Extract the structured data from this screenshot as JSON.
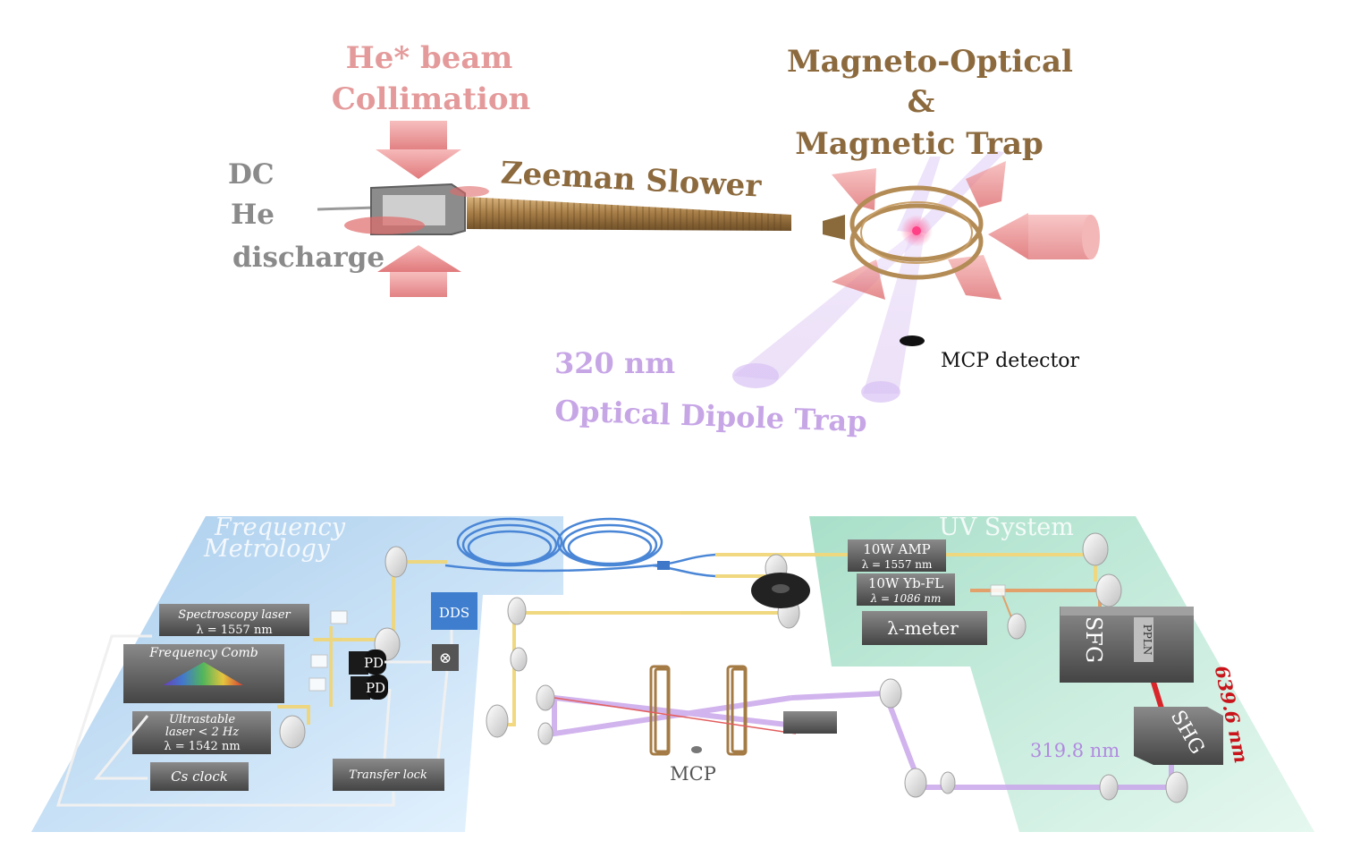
{
  "top": {
    "collimation": {
      "line1": "He* beam",
      "line2": "Collimation"
    },
    "discharge": {
      "line1": "DC",
      "line2": "He",
      "line3": "discharge"
    },
    "zeeman": "Zeeman Slower",
    "mot": {
      "line1": "Magneto-Optical",
      "line2": "&",
      "line3": "Magnetic Trap"
    },
    "odt": {
      "line1": "320 nm",
      "line2": "Optical Dipole Trap"
    },
    "mcp_detector": "MCP detector"
  },
  "bottom": {
    "freq_panel": {
      "line1": "Frequency",
      "line2": "Metrology"
    },
    "uv_panel": "UV System",
    "spectroscopy_laser": "Spectroscopy  laser",
    "spectroscopy_lambda": "λ = 1557 nm",
    "frequency_comb": "Frequency Comb",
    "pd": "PD",
    "ultrastable": {
      "line1": "Ultrastable",
      "line2": "laser < 2 Hz",
      "line3": "λ = 1542 nm"
    },
    "cs_clock": "Cs clock",
    "transfer_lock": "Transfer lock",
    "dds": "DDS",
    "mixer": "⊗",
    "amp": {
      "name": "10W AMP",
      "lambda": "λ = 1557 nm"
    },
    "ybfl": {
      "name": "10W Yb-FL",
      "lambda": "λ = 1086 nm"
    },
    "lambda_meter": "λ-meter",
    "sfg": "SFG",
    "ppln": "PPLN",
    "shg": "SHG",
    "wavelength_red": "639.6 nm",
    "wavelength_uv": "319.8 nm",
    "mcp": "MCP"
  },
  "colors": {
    "red_text": "#e49a9a",
    "brown_text": "#8c6a3e",
    "violet_text": "#c7a6e6",
    "gray_text": "#8a8a8a",
    "freq_panel": "#b9d7ef",
    "uv_panel": "#b7e6d3",
    "fiber": "#4a86d6",
    "yellow_beam": "#f0d67a",
    "uv_beam": "#c9a6ea",
    "red_beam": "#d9262b"
  }
}
